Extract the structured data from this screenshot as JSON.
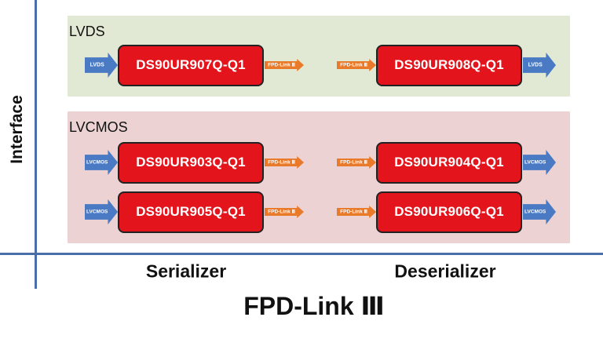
{
  "axes": {
    "y_label": "Interface",
    "x_labels": [
      "Serializer",
      "Deserializer"
    ],
    "title": "FPD-Link Ⅲ"
  },
  "bands": [
    {
      "label": "LVDS",
      "color": "#e1e9d4"
    },
    {
      "label": "LVCMOS",
      "color": "#ecd2d2"
    }
  ],
  "rows": [
    {
      "band": "LVDS",
      "serializer": "DS90UR907Q-Q1",
      "deserializer": "DS90UR908Q-Q1",
      "input": "LVDS",
      "output": "LVDS",
      "link": "FPD-Link Ⅲ"
    },
    {
      "band": "LVCMOS",
      "serializer": "DS90UR903Q-Q1",
      "deserializer": "DS90UR904Q-Q1",
      "input": "LVCMOS",
      "output": "LVCMOS",
      "link": "FPD-Link Ⅲ"
    },
    {
      "band": "LVCMOS",
      "serializer": "DS90UR905Q-Q1",
      "deserializer": "DS90UR906Q-Q1",
      "input": "LVCMOS",
      "output": "LVCMOS",
      "link": "FPD-Link Ⅲ"
    }
  ],
  "colors": {
    "axis": "#4a6fa8",
    "chip": "#e3141c",
    "io_arrow": "#4a7ac4",
    "link_arrow": "#e87a2a"
  }
}
